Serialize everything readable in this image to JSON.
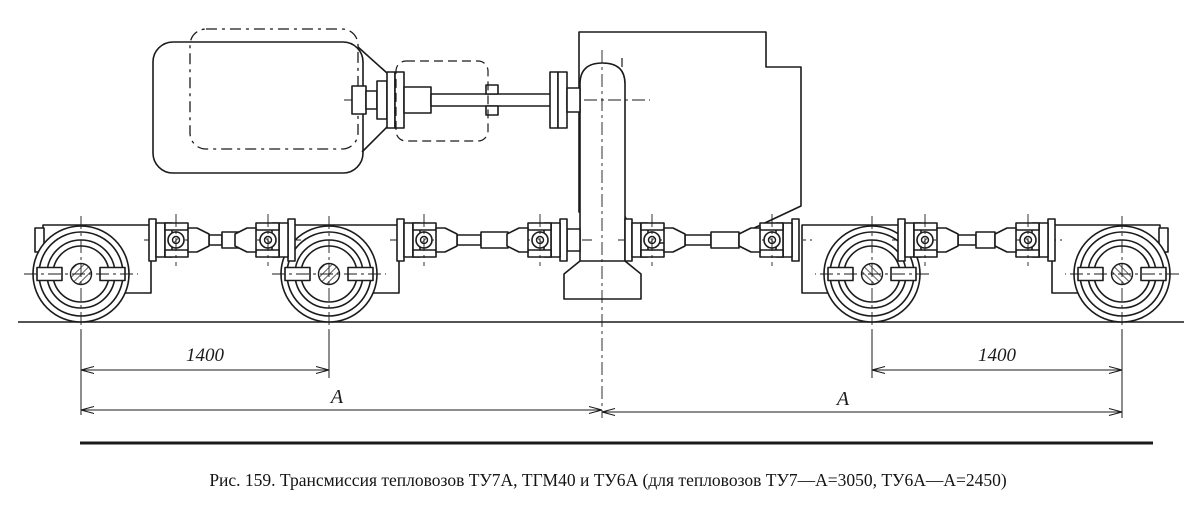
{
  "figure": {
    "caption": "Рис. 159. Трансмиссия тепловозов ТУ7А, ТГМ40 и ТУ6А (для тепловозов ТУ7—А=3050,  ТУ6А—А=2450)"
  },
  "dimensions": {
    "left_wheelbase": "1400",
    "right_wheelbase": "1400",
    "left_half_span": "А",
    "right_half_span": "А"
  },
  "colors": {
    "ink": "#1b1b1b",
    "paper": "#ffffff"
  }
}
